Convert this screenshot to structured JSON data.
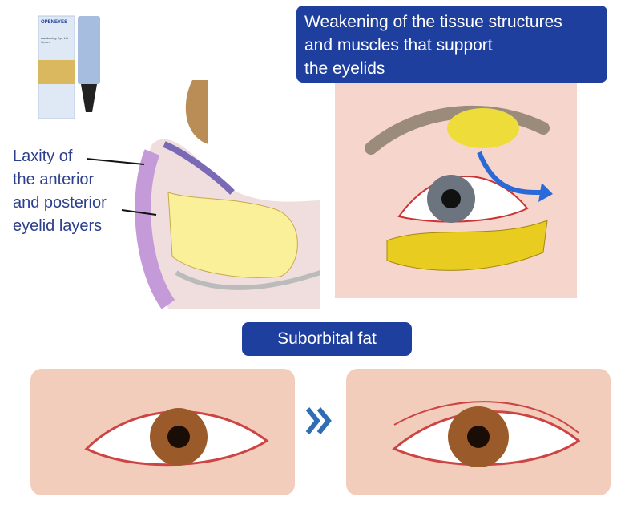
{
  "product": {
    "brand": "OPENEYES",
    "name": "Awakening Eye Lift Serum"
  },
  "top_banner": {
    "lines": [
      "Weakening of the tissue structures",
      "and muscles that support",
      "the eyelids"
    ]
  },
  "left_label": {
    "lines": [
      "Laxity of",
      "the anterior",
      "and posterior",
      "eyelid layers"
    ]
  },
  "middle_banner": {
    "label": "Suborbital fat"
  },
  "colors": {
    "banner": "#1f3f9e",
    "label_text": "#2b3f8c",
    "fat": "#f0d020",
    "skin": "#f6d6cc"
  }
}
